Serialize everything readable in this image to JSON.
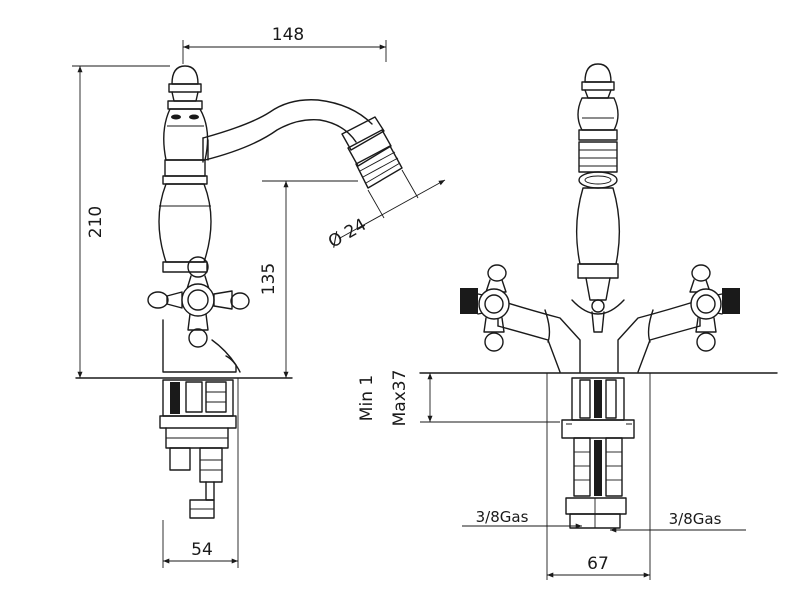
{
  "dimensions": {
    "spout_reach": "148",
    "total_height": "210",
    "spout_height": "135",
    "outlet_diameter": "Ø 24",
    "base_width_side": "54",
    "deck_min": "Min 1",
    "deck_max": "Max37",
    "inlet_left": "3/8Gas",
    "inlet_right": "3/8Gas",
    "base_width_front": "67"
  }
}
